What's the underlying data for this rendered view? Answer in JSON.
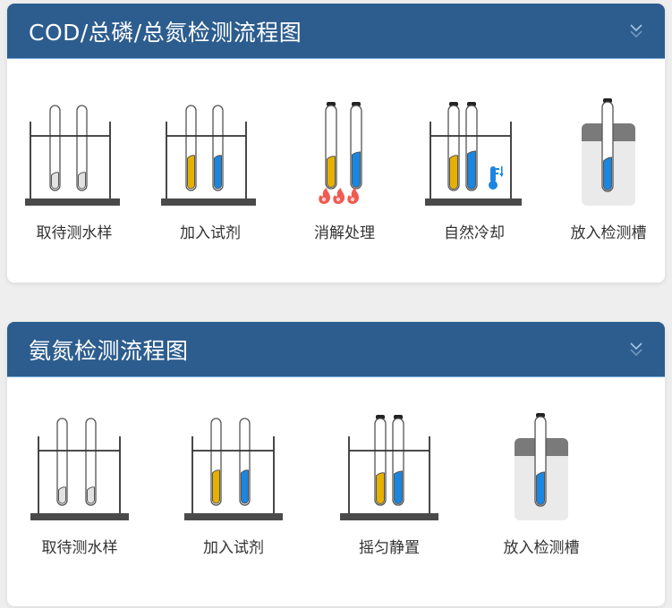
{
  "colors": {
    "header_bg": "#2d5d8e",
    "header_text": "#ffffff",
    "reagent_yellow": "#e6b000",
    "reagent_blue": "#1a86e0",
    "sample_gray": "#e2e2e2",
    "rack_dark": "#4a4a4a",
    "flame_red": "#f05a50",
    "slot_gray": "#7a7a7a",
    "slot_light": "#eaeaea"
  },
  "sections": [
    {
      "title": "COD/总磷/总氮检测流程图",
      "collapse_icon": "double-chevron-down-icon",
      "steps": [
        {
          "label": "取待测水样",
          "icon": "rack-sample-tubes-icon"
        },
        {
          "label": "加入试剂",
          "icon": "rack-reagent-tubes-icon"
        },
        {
          "label": "消解处理",
          "icon": "heated-tubes-flame-icon"
        },
        {
          "label": "自然冷却",
          "icon": "rack-cooling-thermometer-icon"
        },
        {
          "label": "放入检测槽",
          "icon": "detection-slot-tube-icon"
        }
      ]
    },
    {
      "title": "氨氮检测流程图",
      "collapse_icon": "double-chevron-down-icon",
      "steps": [
        {
          "label": "取待测水样",
          "icon": "rack-sample-tubes-icon"
        },
        {
          "label": "加入试剂",
          "icon": "rack-reagent-tubes-icon"
        },
        {
          "label": "摇匀静置",
          "icon": "rack-capped-tubes-icon"
        },
        {
          "label": "放入检测槽",
          "icon": "detection-slot-tube-icon"
        }
      ]
    }
  ]
}
